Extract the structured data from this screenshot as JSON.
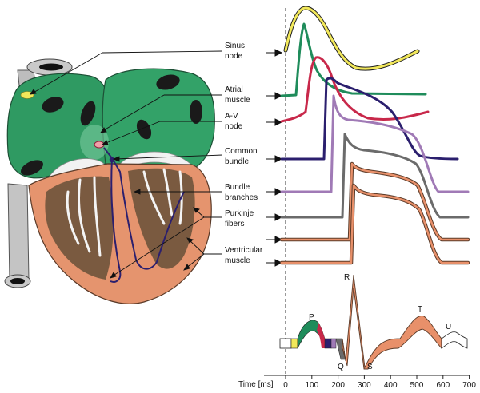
{
  "colors": {
    "sinus": "#f2e85a",
    "atrial": "#1f8c5b",
    "av": "#c8284a",
    "bundle": "#2b1f6e",
    "branches": "#a07ab6",
    "purkinje": "#6b6b6b",
    "ventricular": "#e8906a",
    "heart_green": "#2f9a62",
    "heart_brown": "#7a5a40",
    "vessel_gray": "#b8b8b8"
  },
  "labels": [
    {
      "line1": "Sinus",
      "line2": "node"
    },
    {
      "line1": "Atrial",
      "line2": "muscle"
    },
    {
      "line1": "A-V",
      "line2": "node"
    },
    {
      "line1": "Common",
      "line2": "bundle"
    },
    {
      "line1": "Bundle",
      "line2": "branches"
    },
    {
      "line1": "Purkinje",
      "line2": "fibers"
    },
    {
      "line1": "Ventricular",
      "line2": "muscle"
    }
  ],
  "ecg_waves": [
    "P",
    "R",
    "Q",
    "S",
    "T",
    "U"
  ],
  "axis": {
    "title": "Time [ms]",
    "ticks": [
      "0",
      "100",
      "200",
      "300",
      "400",
      "500",
      "600",
      "700"
    ]
  }
}
